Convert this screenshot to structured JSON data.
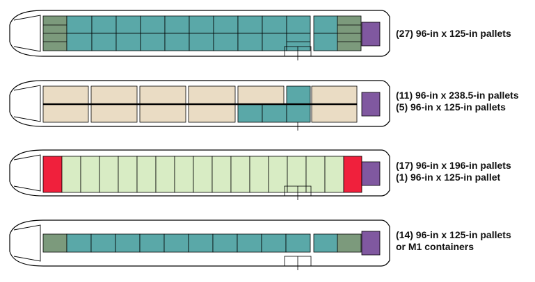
{
  "colors": {
    "outline": "#000000",
    "fill_pallet_teal": "#5aa8a8",
    "fill_pallet_gray_green": "#7c9a7c",
    "fill_pallet_tan": "#eadcc4",
    "fill_pallet_light_green": "#d8ecc4",
    "fill_pallet_red": "#f0203c",
    "fill_cargo_purple": "#8058a0",
    "background": "#ffffff"
  },
  "configurations": [
    {
      "id": "config-27-pallets",
      "lines": [
        "(27) 96-in x 125-in pallets"
      ],
      "pattern": "double-row 125-in pallets"
    },
    {
      "id": "config-mixed-tan",
      "lines": [
        "(11) 96-in x 238.5-in pallets",
        "(5) 96-in x 125-in pallets"
      ],
      "pattern": "238.5-in pallets with 125-in pallets"
    },
    {
      "id": "config-17-pallets",
      "lines": [
        "(17) 96-in x 196-in pallets",
        "(1) 96-in x 125-in pallet"
      ],
      "pattern": "196-in pallets single row with red end positions"
    },
    {
      "id": "config-14-pallets",
      "lines": [
        "(14) 96-in x 125-in pallets",
        "or M1 containers"
      ],
      "pattern": "single row 125-in pallets"
    }
  ]
}
